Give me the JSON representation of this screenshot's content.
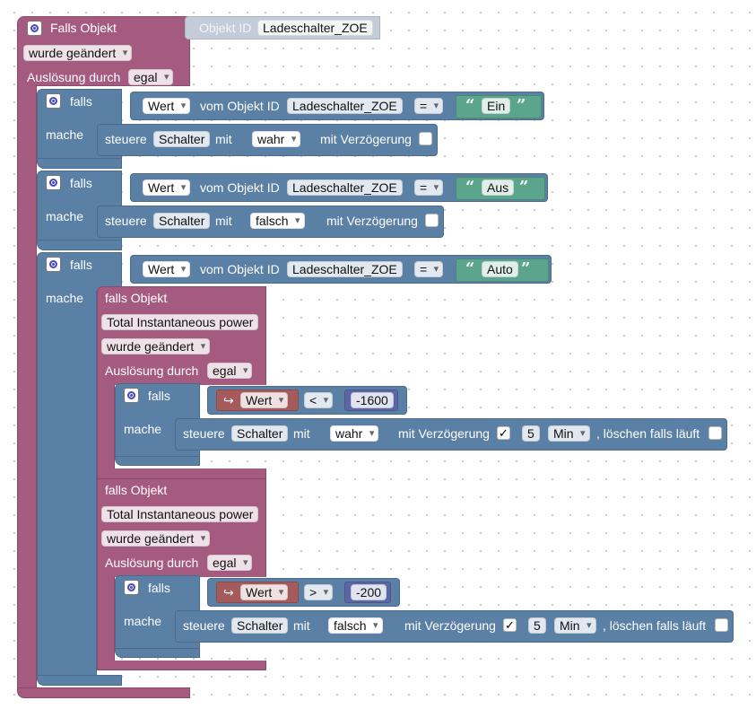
{
  "trigger": {
    "header": "Falls Objekt",
    "ghost_label": "Objekt ID",
    "object_id": "Ladeschalter_ZOE",
    "changed": "wurde geändert",
    "trigger_by": "Auslösung durch",
    "trigger_value": "egal"
  },
  "labels": {
    "falls": "falls",
    "mache": "mache",
    "steuere": "steuere",
    "mit": "mit",
    "mit_verzoegerung": "mit Verzögerung",
    "vom_objekt_id": "vom Objekt ID",
    "loeschen": ", löschen falls läuft",
    "falls_objekt": "falls Objekt",
    "ausloesung": "Auslösung durch"
  },
  "if_blocks": [
    {
      "attr": "Wert",
      "object": "Ladeschalter_ZOE",
      "op": "=",
      "text": "Ein",
      "target": "Schalter",
      "value": "wahr",
      "delay_checked": false
    },
    {
      "attr": "Wert",
      "object": "Ladeschalter_ZOE",
      "op": "=",
      "text": "Aus",
      "target": "Schalter",
      "value": "falsch",
      "delay_checked": false
    },
    {
      "attr": "Wert",
      "object": "Ladeschalter_ZOE",
      "op": "=",
      "text": "Auto"
    }
  ],
  "nested_triggers": [
    {
      "object": "Total Instantaneous power",
      "changed": "wurde geändert",
      "trigger_value": "egal",
      "var": "Wert",
      "op": "<",
      "number": "-1600",
      "target": "Schalter",
      "value": "wahr",
      "delay_checked": true,
      "delay_check_mark": "✓",
      "delay_amount": "5",
      "delay_unit": "Min",
      "clear_checked": false
    },
    {
      "object": "Total Instantaneous power",
      "changed": "wurde geändert",
      "trigger_value": "egal",
      "var": "Wert",
      "op": ">",
      "number": "-200",
      "target": "Schalter",
      "value": "falsch",
      "delay_checked": true,
      "delay_check_mark": "✓",
      "delay_amount": "5",
      "delay_unit": "Min",
      "clear_checked": false
    }
  ],
  "colors": {
    "event_block": "#a55b80",
    "logic_block": "#5b80a5",
    "text_block": "#5ba58c",
    "number_block": "#5b67a5",
    "variable_block": "#a55b5b",
    "ghost_block": "#c3ccd8"
  },
  "icons": {
    "gear": "gear-icon",
    "quote_open": "“",
    "quote_close": "”",
    "get_arrow": "↪"
  }
}
